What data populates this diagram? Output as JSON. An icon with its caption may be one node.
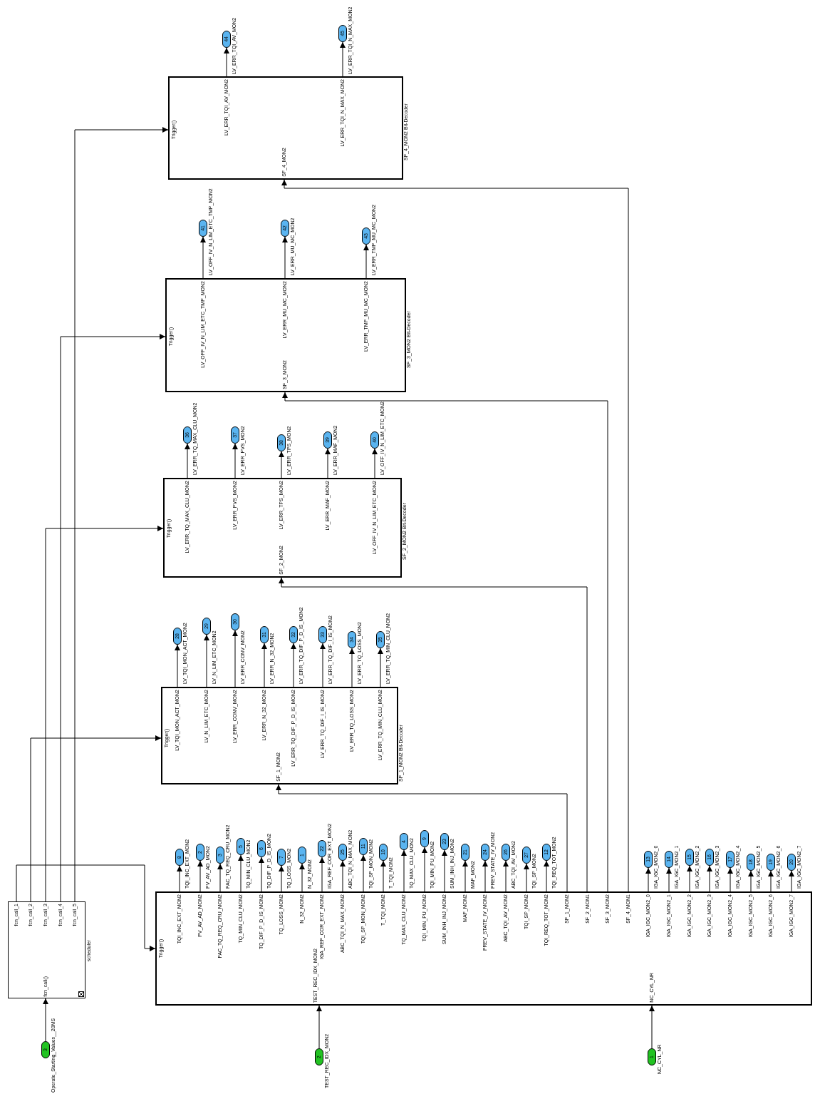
{
  "diagram": {
    "nodes": [
      {
        "text": [
          "fcn_call_1",
          "fcn_call_2",
          "fcn_call_3",
          "fcn_call_4",
          "fcn_call_5",
          "fcn_call()",
          "scheduler"
        ]
      },
      {
        "text": [
          "Trigger()",
          "TQI_INC_EXT_MON2",
          "PV_AV_AD_MON2",
          "FAC_TQ_REQ_CRU_MON2",
          "TQ_MIN_CLU_MON2",
          "TQ_DIF_P_D_IS_MON2",
          "TQ_LOSS_MON2",
          "N_32_MON2",
          "IGA_REF_COR_EXT_MON2",
          "ABC_TQI_N_MAX_MON2",
          "TQI_SP_MON_MON2",
          "T_TQI_MON2",
          "TQ_MAX_CLU_MON2",
          "TQI_MIN_PU_MON2",
          "SUM_INH_INJ_MON2",
          "MAF_MON2",
          "PREV_STATE_IV_MON2",
          "ABC_TQI_AV_MON2",
          "TQI_SP_MON2",
          "TQI_REQ_TOT_MON2",
          "SF_1_MON2",
          "SF_2_MON1",
          "SF_3_MON2",
          "SF_4_MON1",
          "IGA_IGC_MON2_0",
          "IGA_IGC_MON2_1",
          "IGA_IGC_MON2_2",
          "IGA_IGC_MON2_3",
          "IGA_IGC_MON2_4",
          "IGA_IGC_MON2_5",
          "IGA_IGC_MON2_6",
          "IGA_IGC_MON2_7",
          "TEST_REC_IDX_MON2",
          "NC_CYL_NR"
        ]
      },
      {
        "text": [
          "Trigger()",
          "LV_TQI_MON_ACT_MON2",
          "LV_N_LIM_ETC_MON2",
          "LV_ERR_CONV_MON2",
          "LV_ERR_N_32_MON2",
          "LV_ERR_TQ_DIF_P_D_IS_MON2",
          "LV_ERR_TQ_DIF_I_IS_MON2",
          "LV_ERR_TQ_LOSS_MON2",
          "LV_ERR_TQ_MIN_CLU_MON2",
          "SF_1_MON2",
          "SF_1_MON2 Bit-Decoder"
        ]
      },
      {
        "text": [
          "Trigger()",
          "LV_ERR_TQ_MAX_CLU_MON2",
          "LV_ERR_PVS_MON2",
          "LV_ERR_TPS_MON2",
          "LV_ERR_MAF_MON2",
          "LV_OFF_IV_N_LIM_ETC_MON2",
          "SF_2_MON2",
          "SF_2_MON2 Bit-Decoder"
        ]
      },
      {
        "text": [
          "Trigger()",
          "LV_OFF_IV_N_LIM_ETC_TMP_MON2",
          "LV_ERR_MU_MC_MON2",
          "LV_ERR_TMP_MU_MC_MON2",
          "SF_3_MON2",
          "SF_3_MON2 Bit-Decoder"
        ]
      },
      {
        "text": [
          "Trigger()",
          "LV_ERR_TQI_AV_MON2",
          "LV_ERR_TQI_N_MAX_MON2",
          "SF_4_MON2",
          "SF_4_MON2 Bit-Decoder"
        ]
      },
      {
        "text": [
          "3"
        ],
        "beside": [
          "Operate_Starting_Values__20MS"
        ]
      },
      {
        "text": [
          "2"
        ],
        "beside": [
          "TEST_REC_IDX_MON2"
        ]
      },
      {
        "text": [
          "1"
        ],
        "beside": [
          "NC_CYL_NR"
        ]
      },
      {
        "text": [
          "8"
        ],
        "beside": [
          "TQI_INC_EXT_MON2"
        ]
      },
      {
        "text": [
          "2"
        ],
        "beside": [
          "PV_AV_AD_MON2"
        ]
      },
      {
        "text": [
          "3"
        ],
        "beside": [
          "FAC_TQ_REQ_CRU_MON2"
        ]
      },
      {
        "text": [
          "5"
        ],
        "beside": [
          "TQ_MIN_CLU_MON2"
        ]
      },
      {
        "text": [
          "6"
        ],
        "beside": [
          "TQ_DIF_P_D_IS_MON2"
        ]
      },
      {
        "text": [
          "7"
        ],
        "beside": [
          "TQ_LOSS_MON2"
        ]
      },
      {
        "text": [
          "1"
        ],
        "beside": [
          "N_32_MON2"
        ]
      },
      {
        "text": [
          "22"
        ],
        "beside": [
          "IGA_REF_COR_EXT_MON2"
        ]
      },
      {
        "text": [
          "25"
        ],
        "beside": [
          "ABC_TQI_N_MAX_MON2"
        ]
      },
      {
        "text": [
          "11"
        ],
        "beside": [
          "TQI_SP_MON_MON2"
        ]
      },
      {
        "text": [
          "10"
        ],
        "beside": [
          "T_TQI_MON2"
        ]
      },
      {
        "text": [
          "4"
        ],
        "beside": [
          "TQ_MAX_CLU_MON2"
        ]
      },
      {
        "text": [
          "9"
        ],
        "beside": [
          "TQI_MIN_PU_MON2"
        ]
      },
      {
        "text": [
          "23"
        ],
        "beside": [
          "SUM_INH_INJ_MON2"
        ]
      },
      {
        "text": [
          "21"
        ],
        "beside": [
          "MAF_MON2"
        ]
      },
      {
        "text": [
          "24"
        ],
        "beside": [
          "PREV_STATE_IV_MON2"
        ]
      },
      {
        "text": [
          "26"
        ],
        "beside": [
          "ABC_TQI_AV_MON2"
        ]
      },
      {
        "text": [
          "27"
        ],
        "beside": [
          "TQI_SP_MON2"
        ]
      },
      {
        "text": [
          "12"
        ],
        "beside": [
          "TQI_REQ_TOT_MON2"
        ]
      },
      {
        "text": [
          "13"
        ],
        "beside": [
          "IGA_IGC_MON2_0"
        ]
      },
      {
        "text": [
          "14"
        ],
        "beside": [
          "IGA_IGC_MON2_1"
        ]
      },
      {
        "text": [
          "15"
        ],
        "beside": [
          "IGA_IGC_MON2_2"
        ]
      },
      {
        "text": [
          "16"
        ],
        "beside": [
          "IGA_IGC_MON2_3"
        ]
      },
      {
        "text": [
          "17"
        ],
        "beside": [
          "IGA_IGC_MON2_4"
        ]
      },
      {
        "text": [
          "18"
        ],
        "beside": [
          "IGA_IGC_MON2_5"
        ]
      },
      {
        "text": [
          "19"
        ],
        "beside": [
          "IGA_IGC_MON2_6"
        ]
      },
      {
        "text": [
          "20"
        ],
        "beside": [
          "IGA_IGC_MON2_7"
        ]
      },
      {
        "text": [
          "28"
        ],
        "beside": [
          "LV_TQI_MON_ACT_MON2"
        ]
      },
      {
        "text": [
          "29"
        ],
        "beside": [
          "LV_N_LIM_ETC_MON2"
        ]
      },
      {
        "text": [
          "30"
        ],
        "beside": [
          "LV_ERR_CONV_MON2"
        ]
      },
      {
        "text": [
          "31"
        ],
        "beside": [
          "LV_ERR_N_32_MON2"
        ]
      },
      {
        "text": [
          "32"
        ],
        "beside": [
          "LV_ERR_TQ_DIF_P_D_IS_MON2"
        ]
      },
      {
        "text": [
          "33"
        ],
        "beside": [
          "LV_ERR_TQ_DIF_I_IS_MON2"
        ]
      },
      {
        "text": [
          "34"
        ],
        "beside": [
          "LV_ERR_TQ_LOSS_MON2"
        ]
      },
      {
        "text": [
          "35"
        ],
        "beside": [
          "LV_ERR_TQ_MIN_CLU_MON2"
        ]
      },
      {
        "text": [
          "36"
        ],
        "beside": [
          "LV_ERR_TQ_MAX_CLU_MON2"
        ]
      },
      {
        "text": [
          "37"
        ],
        "beside": [
          "LV_ERR_PVS_MON2"
        ]
      },
      {
        "text": [
          "38"
        ],
        "beside": [
          "LV_ERR_TPS_MON2"
        ]
      },
      {
        "text": [
          "39"
        ],
        "beside": [
          "LV_ERR_MAF_MON2"
        ]
      },
      {
        "text": [
          "40"
        ],
        "beside": [
          "LV_OFF_IV_N_LIM_ETC_MON2"
        ]
      },
      {
        "text": [
          "41"
        ],
        "beside": [
          "LV_OFF_IV_N_LIM_ETC_TMP_MON2"
        ]
      },
      {
        "text": [
          "42"
        ],
        "beside": [
          "LV_ERR_MU_MC_MON2"
        ]
      },
      {
        "text": [
          "43"
        ],
        "beside": [
          "LV_ERR_TMP_MU_MC_MON2"
        ]
      },
      {
        "text": [
          "44"
        ],
        "beside": [
          "LV_ERR_TQI_AV_MON2"
        ]
      },
      {
        "text": [
          "45"
        ],
        "beside": [
          "LV_ERR_TQI_N_MAX_MON2"
        ]
      }
    ],
    "edges": [
      {
        "from": 6,
        "to": 0,
        "arrow": "to"
      },
      {
        "from": 0,
        "to": 1,
        "arrow": "to"
      },
      {
        "from": 0,
        "to": 2,
        "arrow": "to"
      },
      {
        "from": 0,
        "to": 3,
        "arrow": "to"
      },
      {
        "from": 0,
        "to": 4,
        "arrow": "to"
      },
      {
        "from": 0,
        "to": 5,
        "arrow": "to"
      },
      {
        "from": 7,
        "to": 1,
        "arrow": "to"
      },
      {
        "from": 8,
        "to": 1,
        "arrow": "to"
      },
      {
        "from": 1,
        "to": 2,
        "arrow": "to"
      },
      {
        "from": 1,
        "to": 3,
        "arrow": "to"
      },
      {
        "from": 1,
        "to": 4,
        "arrow": "to"
      },
      {
        "from": 1,
        "to": 5,
        "arrow": "to"
      },
      {
        "from": 1,
        "to": 9,
        "arrow": "to"
      },
      {
        "from": 1,
        "to": 10,
        "arrow": "to"
      },
      {
        "from": 1,
        "to": 11,
        "arrow": "to"
      },
      {
        "from": 1,
        "to": 12,
        "arrow": "to"
      },
      {
        "from": 1,
        "to": 13,
        "arrow": "to"
      },
      {
        "from": 1,
        "to": 14,
        "arrow": "to"
      },
      {
        "from": 1,
        "to": 15,
        "arrow": "to"
      },
      {
        "from": 1,
        "to": 16,
        "arrow": "to"
      },
      {
        "from": 1,
        "to": 17,
        "arrow": "to"
      },
      {
        "from": 1,
        "to": 18,
        "arrow": "to"
      },
      {
        "from": 1,
        "to": 19,
        "arrow": "to"
      },
      {
        "from": 1,
        "to": 20,
        "arrow": "to"
      },
      {
        "from": 1,
        "to": 21,
        "arrow": "to"
      },
      {
        "from": 1,
        "to": 22,
        "arrow": "to"
      },
      {
        "from": 1,
        "to": 23,
        "arrow": "to"
      },
      {
        "from": 1,
        "to": 24,
        "arrow": "to"
      },
      {
        "from": 1,
        "to": 25,
        "arrow": "to"
      },
      {
        "from": 1,
        "to": 26,
        "arrow": "to"
      },
      {
        "from": 1,
        "to": 27,
        "arrow": "to"
      },
      {
        "from": 1,
        "to": 28,
        "arrow": "to"
      },
      {
        "from": 1,
        "to": 29,
        "arrow": "to"
      },
      {
        "from": 1,
        "to": 30,
        "arrow": "to"
      },
      {
        "from": 1,
        "to": 31,
        "arrow": "to"
      },
      {
        "from": 1,
        "to": 32,
        "arrow": "to"
      },
      {
        "from": 1,
        "to": 33,
        "arrow": "to"
      },
      {
        "from": 1,
        "to": 34,
        "arrow": "to"
      },
      {
        "from": 1,
        "to": 35,
        "arrow": "to"
      },
      {
        "from": 2,
        "to": 36,
        "arrow": "to"
      },
      {
        "from": 2,
        "to": 37,
        "arrow": "to"
      },
      {
        "from": 2,
        "to": 38,
        "arrow": "to"
      },
      {
        "from": 2,
        "to": 39,
        "arrow": "to"
      },
      {
        "from": 2,
        "to": 40,
        "arrow": "to"
      },
      {
        "from": 2,
        "to": 41,
        "arrow": "to"
      },
      {
        "from": 2,
        "to": 42,
        "arrow": "to"
      },
      {
        "from": 2,
        "to": 43,
        "arrow": "to"
      },
      {
        "from": 3,
        "to": 44,
        "arrow": "to"
      },
      {
        "from": 3,
        "to": 45,
        "arrow": "to"
      },
      {
        "from": 3,
        "to": 46,
        "arrow": "to"
      },
      {
        "from": 3,
        "to": 47,
        "arrow": "to"
      },
      {
        "from": 3,
        "to": 48,
        "arrow": "to"
      },
      {
        "from": 4,
        "to": 49,
        "arrow": "to"
      },
      {
        "from": 4,
        "to": 50,
        "arrow": "to"
      },
      {
        "from": 4,
        "to": 51,
        "arrow": "to"
      },
      {
        "from": 5,
        "to": 52,
        "arrow": "to"
      },
      {
        "from": 5,
        "to": 53,
        "arrow": "to"
      }
    ]
  }
}
